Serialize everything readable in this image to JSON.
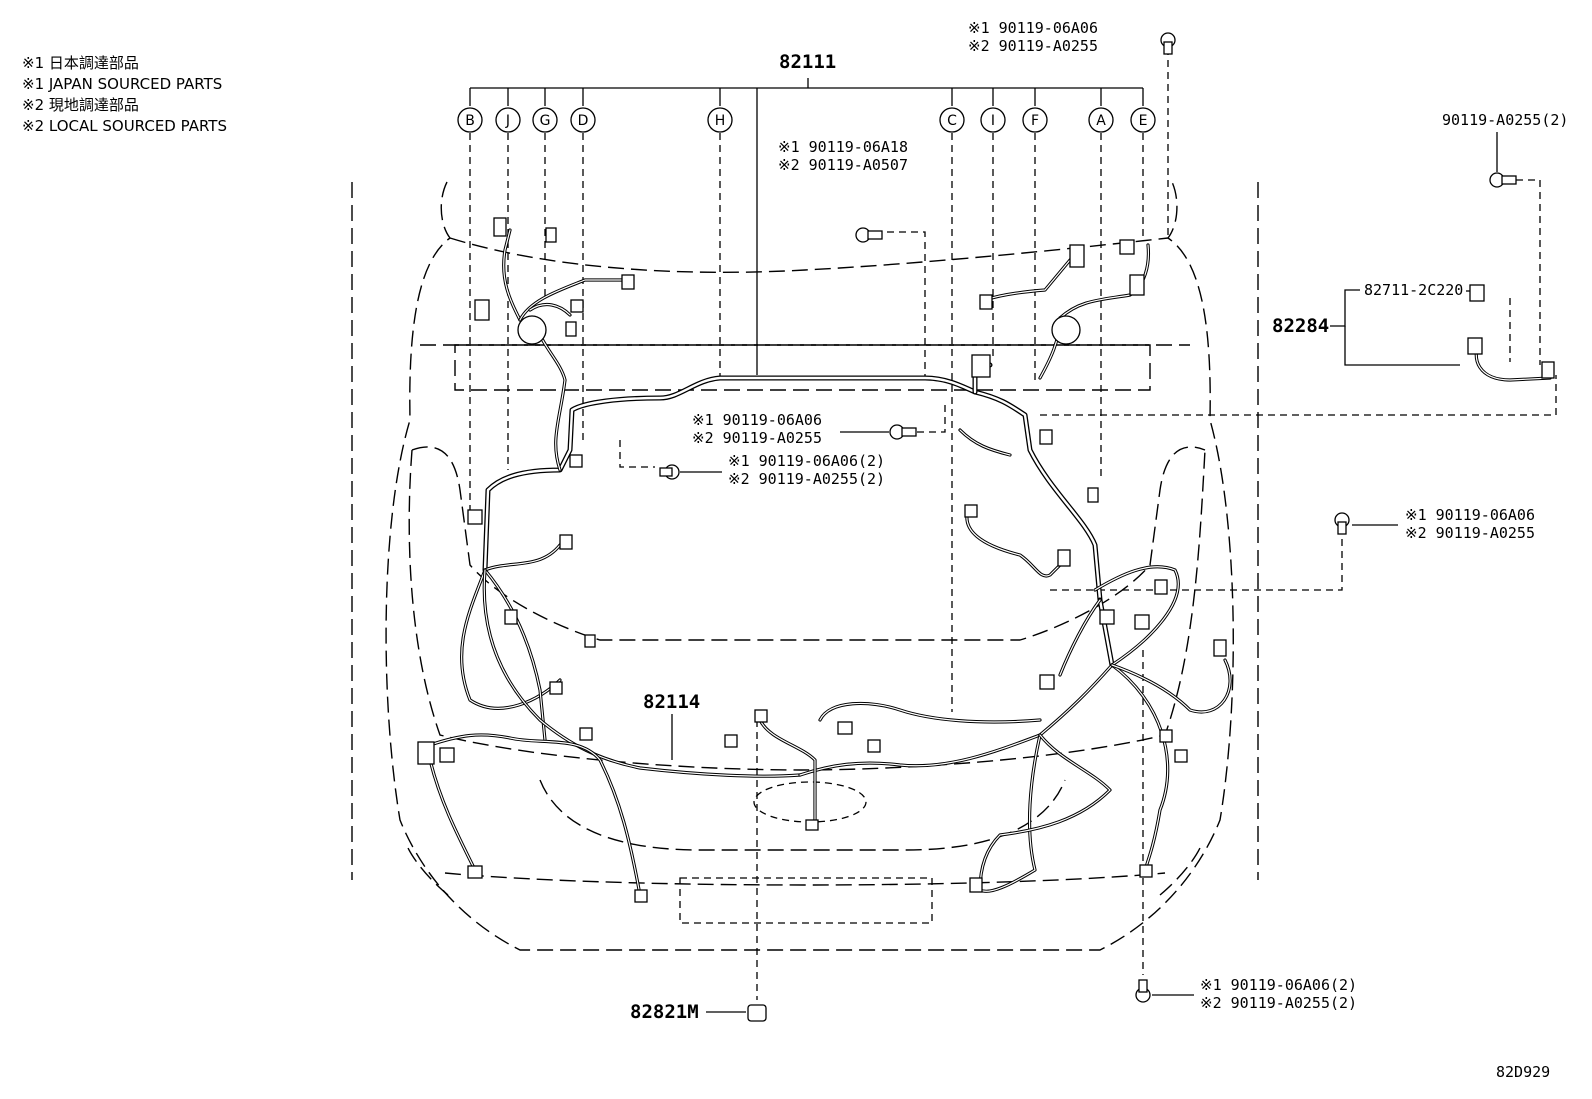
{
  "legend": [
    "※1 日本調達部品",
    "※1 JAPAN SOURCED PARTS",
    "※2 現地調達部品",
    "※2 LOCAL SOURCED PARTS"
  ],
  "parts": {
    "harness_main": "82111",
    "harness_front": "82114",
    "wire_sub": "82284",
    "connector": "82711-2C220",
    "clip": "82821M",
    "bolt_right": "90119-A0255(2)"
  },
  "callouts": {
    "bolt_top_1": "※1 90119-06A06",
    "bolt_top_2": "※2 90119-A0255",
    "bolt_mid_1": "※1 90119-06A18",
    "bolt_mid_2": "※2 90119-A0507",
    "bolt_c_1": "※1 90119-06A06",
    "bolt_c_2": "※2 90119-A0255",
    "bolt_l_1": "※1 90119-06A06(2)",
    "bolt_l_2": "※2 90119-A0255(2)",
    "bolt_r_1": "※1 90119-06A06",
    "bolt_r_2": "※2 90119-A0255",
    "bolt_b_1": "※1 90119-06A06(2)",
    "bolt_b_2": "※2 90119-A0255(2)"
  },
  "branch_labels": [
    "B",
    "J",
    "G",
    "D",
    "H",
    "C",
    "I",
    "F",
    "A",
    "E"
  ],
  "diagram_code": "82D929"
}
